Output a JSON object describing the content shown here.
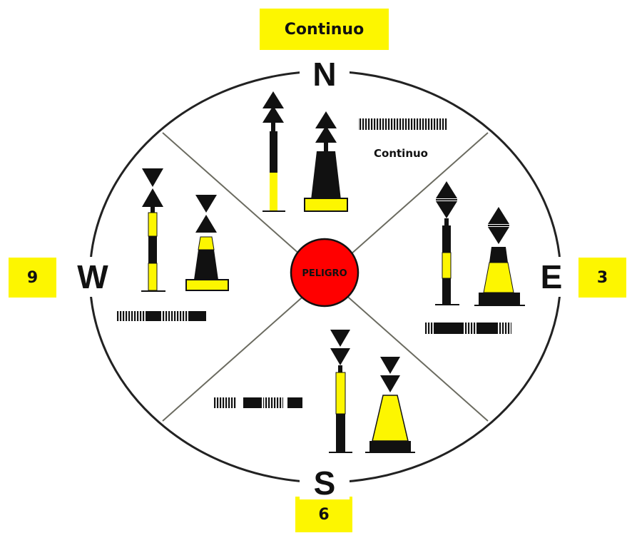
{
  "labels": {
    "north": "Continuo",
    "west": "9",
    "east": "3",
    "south": "6"
  },
  "compass": {
    "north": "N",
    "south": "S",
    "east": "E",
    "west": "W"
  },
  "center": {
    "text": "PELIGRO"
  },
  "north_quadrant": {
    "rhythm_text": "Continuo"
  },
  "colors": {
    "yellow": "#fdf600",
    "black": "#111111",
    "danger_red": "#ff0000"
  }
}
